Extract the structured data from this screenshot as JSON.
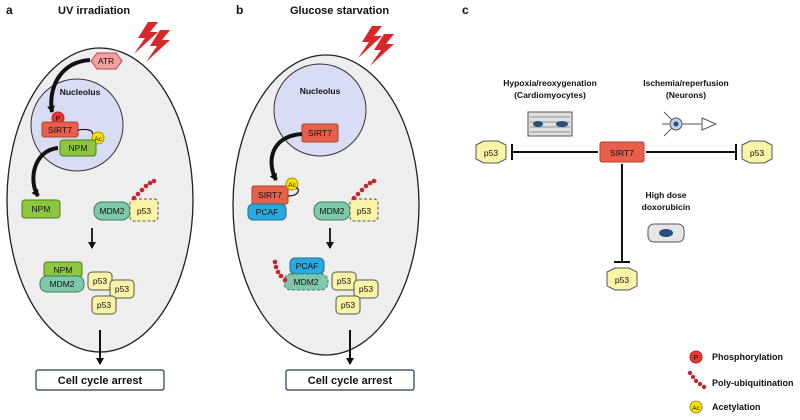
{
  "panels": {
    "a": {
      "label": "a",
      "title": "UV irradiation",
      "atr": "ATR",
      "nucleolus": "Nucleolus",
      "phospho": "P",
      "sirt7": "SIRT7",
      "ac": "Ac",
      "npm_in": "NPM",
      "npm_out": "NPM",
      "mdm2": "MDM2",
      "p53": "p53",
      "complex_npm": "NPM",
      "complex_mdm2": "MDM2",
      "free_p53": [
        "p53",
        "p53",
        "p53"
      ],
      "outcome": "Cell cycle arrest"
    },
    "b": {
      "label": "b",
      "title": "Glucose starvation",
      "nucleolus": "Nucleolus",
      "sirt7_in": "SIRT7",
      "sirt7_out": "SIRT7",
      "ac": "Ac",
      "pcaf": "PCAF",
      "mdm2": "MDM2",
      "p53": "p53",
      "complex_pcaf": "PCAF",
      "complex_mdm2": "MDM2",
      "free_p53": [
        "p53",
        "p53",
        "p53"
      ],
      "outcome": "Cell cycle arrest"
    },
    "c": {
      "label": "c",
      "sirt7": "SIRT7",
      "left_condition": [
        "Hypoxia/reoxygenation",
        "(Cardiomyocytes)"
      ],
      "right_condition": [
        "Ischemia/reperfusion",
        "(Neurons)"
      ],
      "bottom_condition": [
        "High dose",
        "doxorubicin"
      ],
      "p53_left": "p53",
      "p53_right": "p53",
      "p53_bottom": "p53"
    }
  },
  "legend": {
    "items": [
      {
        "symbol": "P",
        "label": "Phosphorylation"
      },
      {
        "label": "Poly-ubiquitination"
      },
      {
        "symbol": "Ac",
        "label": "Acetylation"
      }
    ]
  },
  "colors": {
    "sirt7": "#e8604c",
    "npm": "#8dc63f",
    "mdm2": "#7fc8a9",
    "p53": "#fbf3a6",
    "pcaf": "#29a9e1",
    "atr": "#f4a0a0",
    "nucleolus": "#d9dcf5",
    "cell": "#eeeeee",
    "ubiquitin": "#c1272d",
    "acetyl": "#f4e400",
    "lightning": "#d62828"
  }
}
